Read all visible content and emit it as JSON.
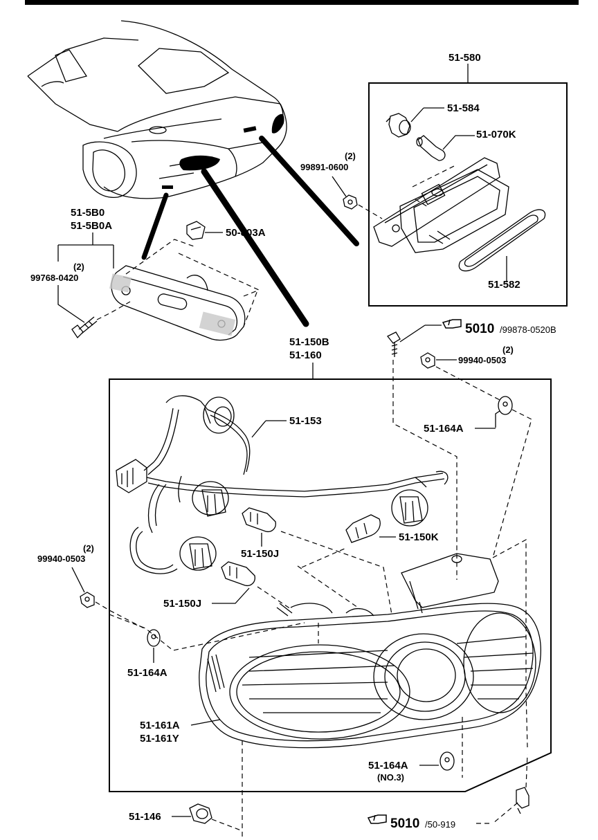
{
  "labels": {
    "unit_580": "51-580",
    "p584": "51-584",
    "p070k": "51-070K",
    "qty_0600": "(2)",
    "p0600": "99891-0600",
    "p582": "51-582",
    "p5b0": "51-5B0",
    "p5b0a": "51-5B0A",
    "p803a": "50-803A",
    "qty_0420": "(2)",
    "p0420": "99768-0420",
    "p150b": "51-150B",
    "p160": "51-160",
    "ref5010_a_main": "5010",
    "ref5010_a_sub": "/99878-0520B",
    "qty_0503_top": "(2)",
    "p0503_top": "99940-0503",
    "p153": "51-153",
    "p164a_top": "51-164A",
    "qty_0503_left": "(2)",
    "p0503_left": "99940-0503",
    "p150k": "51-150K",
    "p150j_a": "51-150J",
    "p150j_b": "51-150J",
    "p164a_left": "51-164A",
    "p161a": "51-161A",
    "p161y": "51-161Y",
    "p164a_no3": "51-164A",
    "no3": "(NO.3)",
    "p146": "51-146",
    "ref5010_b_main": "5010",
    "ref5010_b_sub": "/50-919"
  },
  "icons": {
    "reference_hand": "pointing-hand-icon"
  }
}
